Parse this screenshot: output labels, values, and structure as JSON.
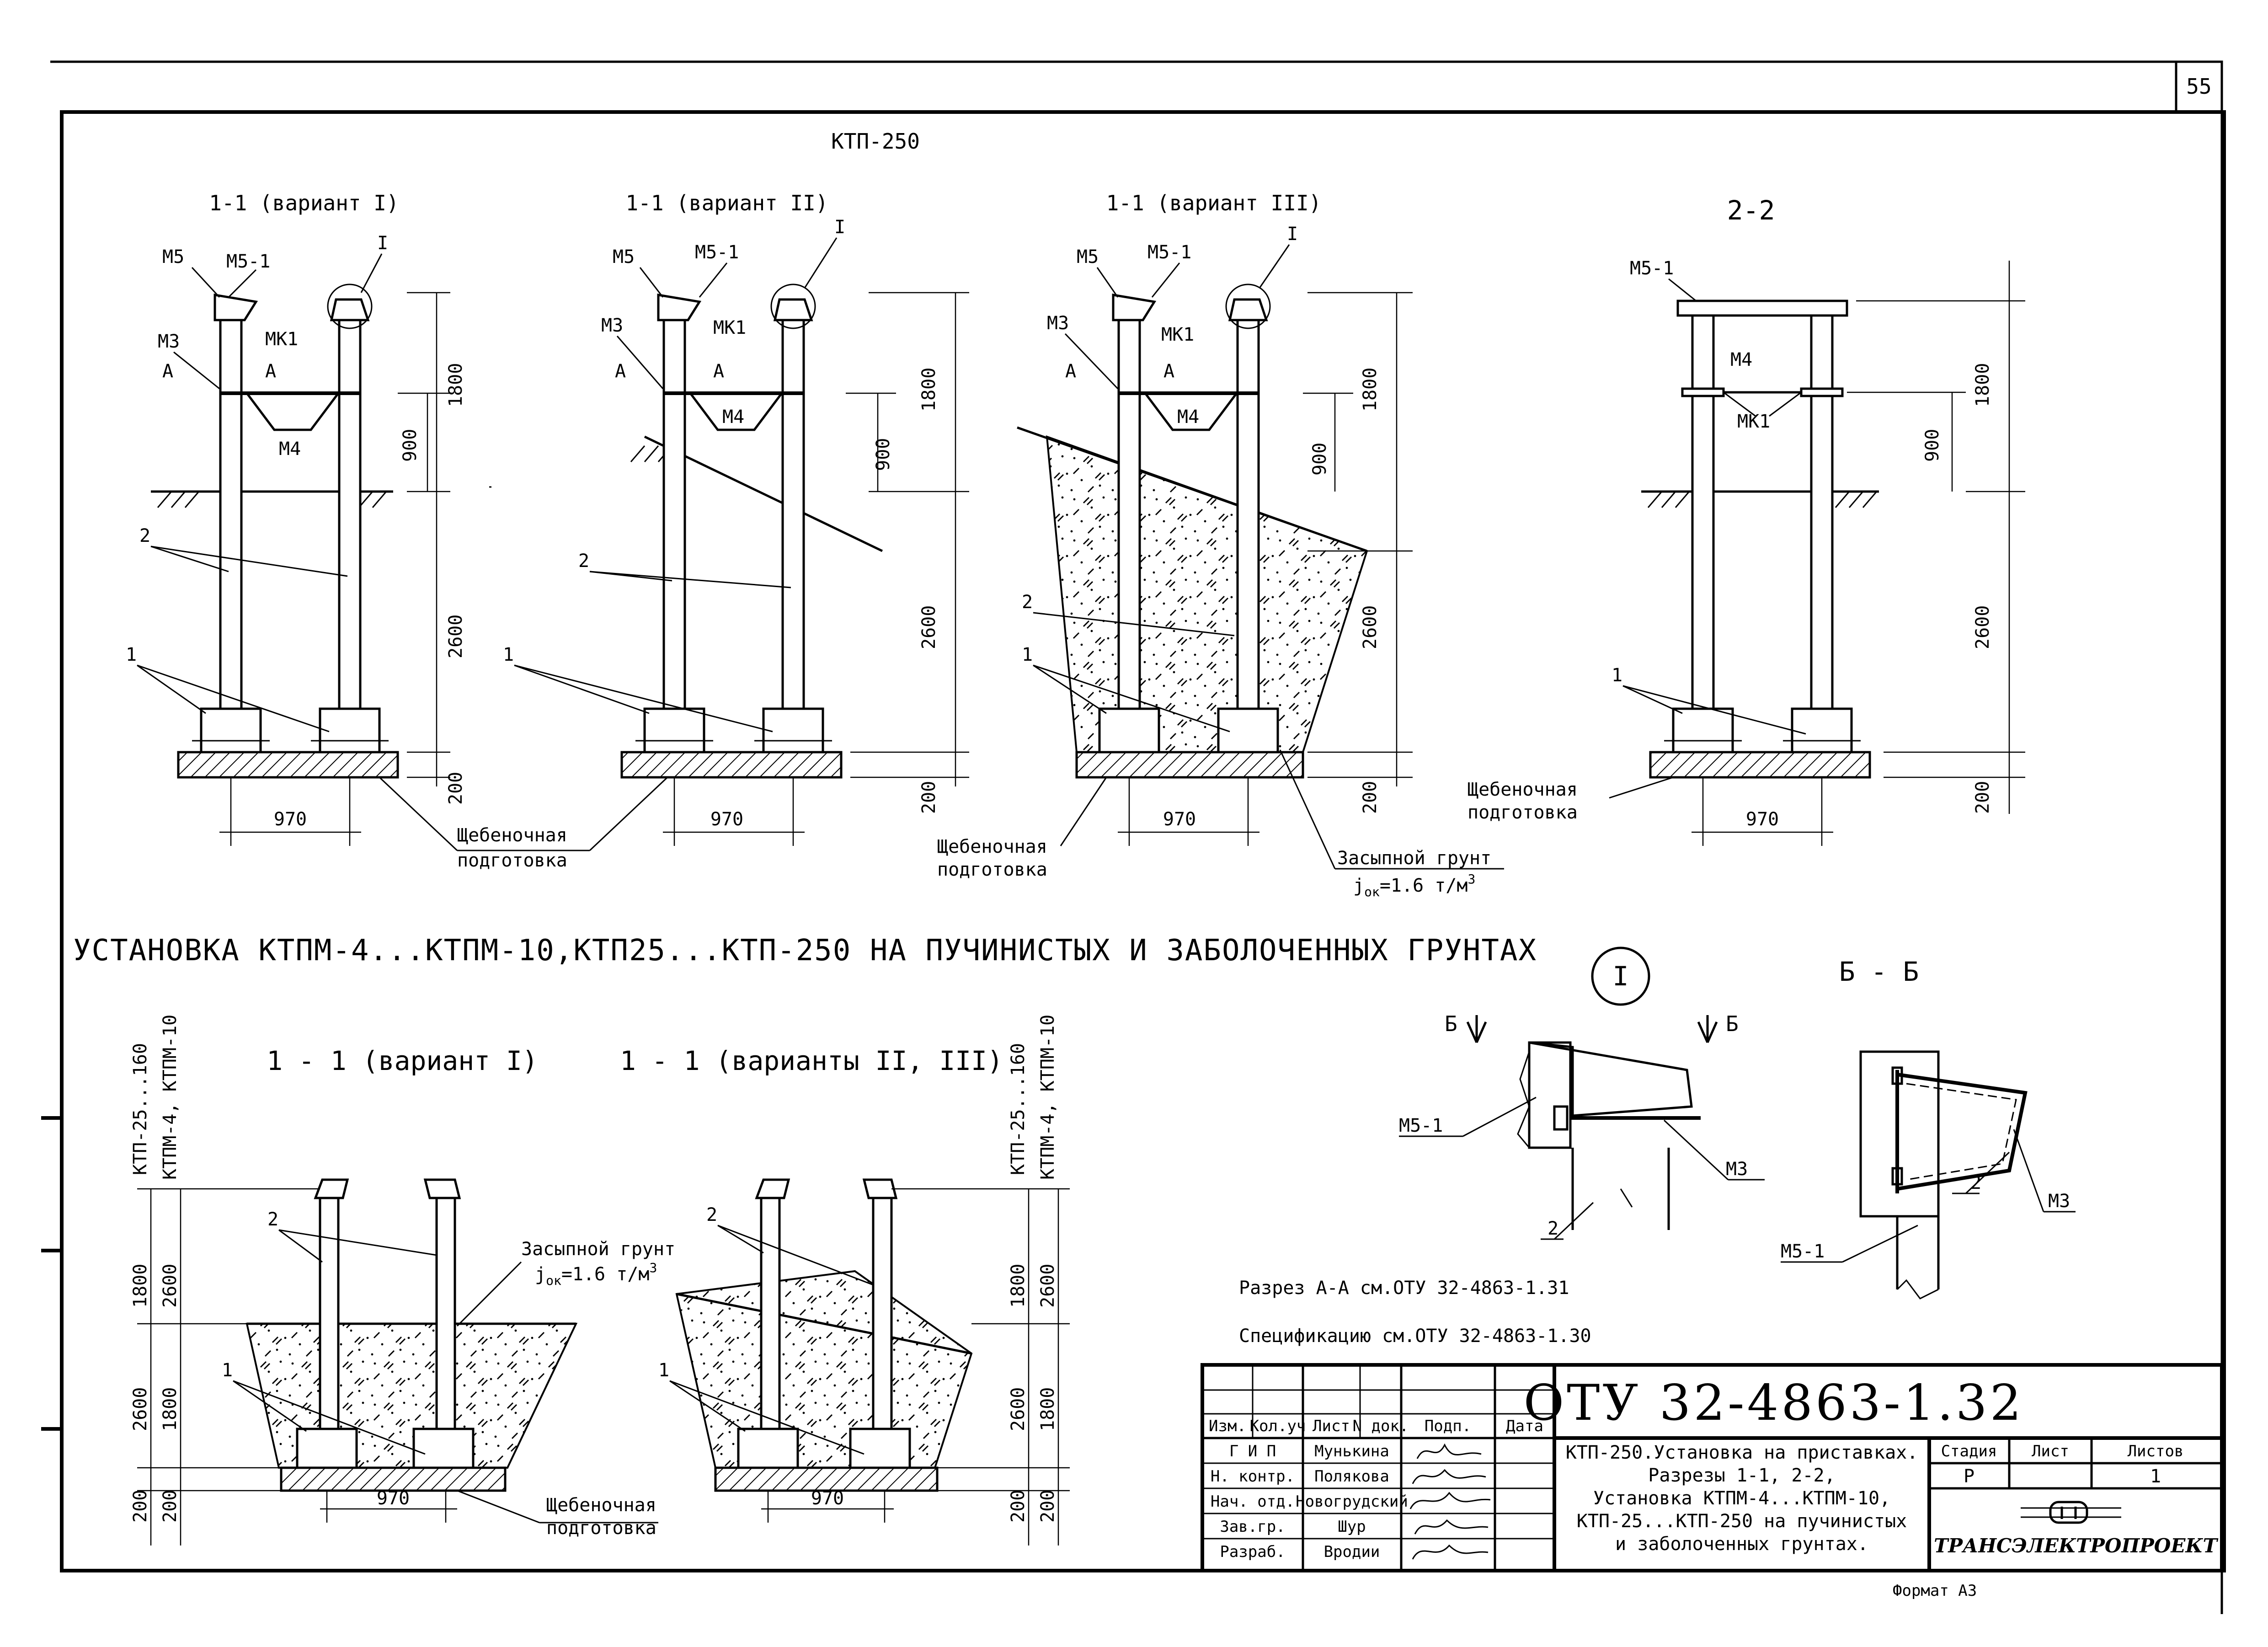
{
  "sheet": {
    "page_number": "55",
    "title_top": "КТП-250",
    "heading_middle": "УСТАНОВКА  КТПМ-4...КТПМ-10,КТП25...КТП-250 НА ПУЧИНИСТЫХ И ЗАБОЛОЧЕННЫХ ГРУНТАХ",
    "notes": {
      "section_aa": "Разрез А-А см.ОТУ 32-4863-1.31",
      "specification": "Спецификацию см.ОТУ 32-4863-1.30"
    }
  },
  "views": {
    "v1": {
      "title": "1-1 (вариант I)"
    },
    "v2": {
      "title": "1-1 (вариант II)"
    },
    "v3": {
      "title": "1-1 (вариант III)"
    },
    "v4": {
      "title": "2-2"
    },
    "v5": {
      "title": "1 - 1 (вариант I)"
    },
    "v6": {
      "title": "1 - 1 (варианты  II, III)"
    },
    "detail_i": {
      "title": "I"
    },
    "detail_bb": {
      "title": "Б - Б"
    }
  },
  "labels": {
    "m5": "M5",
    "m5_1": "M5-1",
    "m3": "M3",
    "mk1": "MK1",
    "m4": "M4",
    "a_mark": "A",
    "b_mark": "Б",
    "node_i": "I",
    "item_1": "1",
    "item_2": "2",
    "gravel_line1": "Щебеночная",
    "gravel_line2": "подготовка",
    "gravel_line2_alt": "подготовка",
    "backfill_line1": "Засыпной грунт",
    "backfill_line2": "j",
    "backfill_sub": "ок",
    "backfill_val": "=1.6 т/м",
    "backfill_exp": "3",
    "ktp_25_160": "КТП-25...160",
    "ktpm_4_10": "КТПМ-4, КТПМ-10"
  },
  "dims": {
    "d970": "970",
    "d1800": "1800",
    "d900": "900",
    "d2600": "2600",
    "d200": "200"
  },
  "title_block": {
    "code": "ОТУ 32-4863-1.32",
    "headers": [
      "Изм.",
      "Кол.уч",
      "Лист",
      "N док.",
      "Подп.",
      "Дата"
    ],
    "roles": [
      {
        "role": "Г И П",
        "name": "Мунькина"
      },
      {
        "role": "Н. контр.",
        "name": "Полякова"
      },
      {
        "role": "Нач. отд.",
        "name": "Новогрудский"
      },
      {
        "role": "Зав.гр.",
        "name": "Шур"
      },
      {
        "role": "Разраб.",
        "name": "Вродии"
      }
    ],
    "description": [
      "КТП-250.Установка на приставках.",
      "Разрезы 1-1,  2-2,",
      "Установка КТПМ-4...КТПМ-10,",
      "КТП-25...КТП-250 на пучинистых",
      "и заболоченных грунтах."
    ],
    "stage_header": "Стадия",
    "sheet_header": "Лист",
    "sheets_header": "Листов",
    "stage": "Р",
    "sheet": "",
    "sheets": "1",
    "org": "ТРАНСЭЛЕКТРОПРОЕКТ",
    "format_note": "Формат А3"
  }
}
